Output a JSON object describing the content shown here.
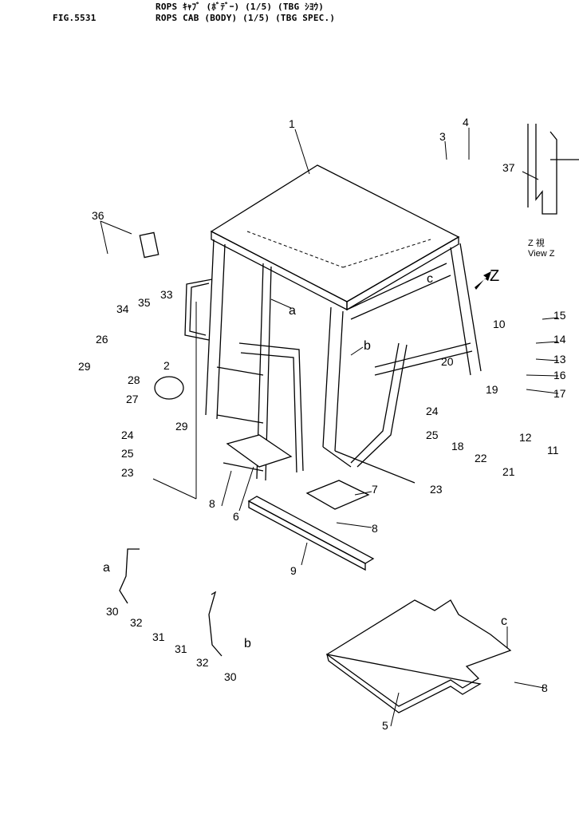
{
  "header": {
    "title_jp": "ROPS ｷｬﾌﾞ (ﾎﾞﾃﾞｰ) (1/5) (TBG ｼﾖｳ)",
    "fig_number": "FIG.5531",
    "title_en": "ROPS CAB (BODY) (1/5) (TBG SPEC.)"
  },
  "view": {
    "label_jp": "Z 視",
    "label_en": "View Z",
    "arrow_label": "Z"
  },
  "callouts": {
    "p1": "1",
    "p2": "2",
    "p3": "3",
    "p4": "4",
    "p5": "5",
    "p6": "6",
    "p7": "7",
    "p8a": "8",
    "p8b": "8",
    "p8c": "8",
    "p9": "9",
    "p10": "10",
    "p11": "11",
    "p12": "12",
    "p13": "13",
    "p14": "14",
    "p15": "15",
    "p16": "16",
    "p17": "17",
    "p18": "18",
    "p19": "19",
    "p20": "20",
    "p21": "21",
    "p22": "22",
    "p23a": "23",
    "p23b": "23",
    "p24a": "24",
    "p24b": "24",
    "p25a": "25",
    "p25b": "25",
    "p26": "26",
    "p27": "27",
    "p28": "28",
    "p29a": "29",
    "p29b": "29",
    "p30a": "30",
    "p30b": "30",
    "p31a": "31",
    "p31b": "31",
    "p32a": "32",
    "p32b": "32",
    "p33": "33",
    "p34": "34",
    "p35": "35",
    "p36": "36",
    "p37": "37"
  },
  "refs": {
    "a1": "a",
    "a2": "a",
    "b1": "b",
    "b2": "b",
    "c1": "c",
    "c2": "c"
  }
}
